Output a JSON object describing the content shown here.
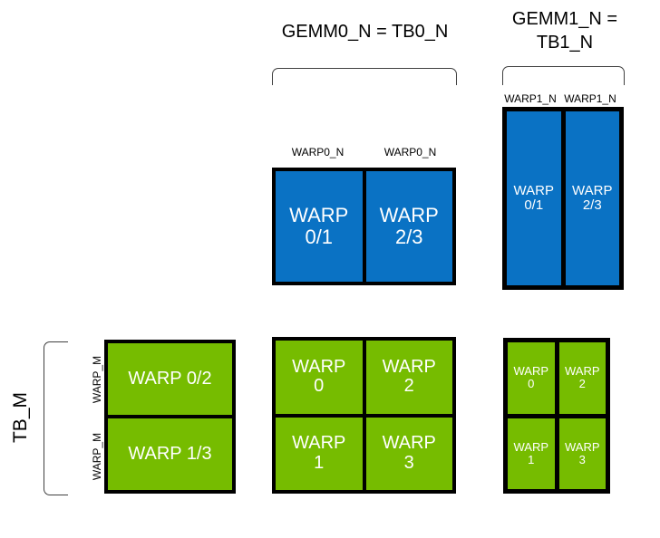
{
  "headings": {
    "gemm0": "GEMM0_N = TB0_N",
    "gemm1": "GEMM1_N =\nTB1_N"
  },
  "axis_labels": {
    "tb_m": "TB_M",
    "warp_m_top": "WARP_M",
    "warp_m_bottom": "WARP_M",
    "warp0_n_left": "WARP0_N",
    "warp0_n_right": "WARP0_N",
    "warp1_n_left": "WARP1_N",
    "warp1_n_right": "WARP1_N"
  },
  "blocks": {
    "gemm0_blue": {
      "name": "gemm0-blue-block",
      "color": "#0a72c4",
      "cells": [
        {
          "label": "WARP\n0/1"
        },
        {
          "label": "WARP\n2/3"
        }
      ]
    },
    "gemm1_blue": {
      "name": "gemm1-blue-block",
      "color": "#0a72c4",
      "cells": [
        {
          "label": "WARP\n0/1"
        },
        {
          "label": "WARP\n2/3"
        }
      ]
    },
    "left_green": {
      "name": "left-green-block",
      "color": "#76bc00",
      "cells": [
        {
          "label": "WARP 0/2"
        },
        {
          "label": "WARP 1/3"
        }
      ]
    },
    "middle_green": {
      "name": "middle-green-block",
      "color": "#76bc00",
      "cells": [
        {
          "label": "WARP\n0"
        },
        {
          "label": "WARP\n2"
        },
        {
          "label": "WARP\n1"
        },
        {
          "label": "WARP\n3"
        }
      ]
    },
    "right_green": {
      "name": "right-green-block",
      "color": "#76bc00",
      "cells": [
        {
          "label": "WARP\n0"
        },
        {
          "label": "WARP\n2"
        },
        {
          "label": "WARP\n1"
        },
        {
          "label": "WARP\n3"
        }
      ]
    }
  }
}
